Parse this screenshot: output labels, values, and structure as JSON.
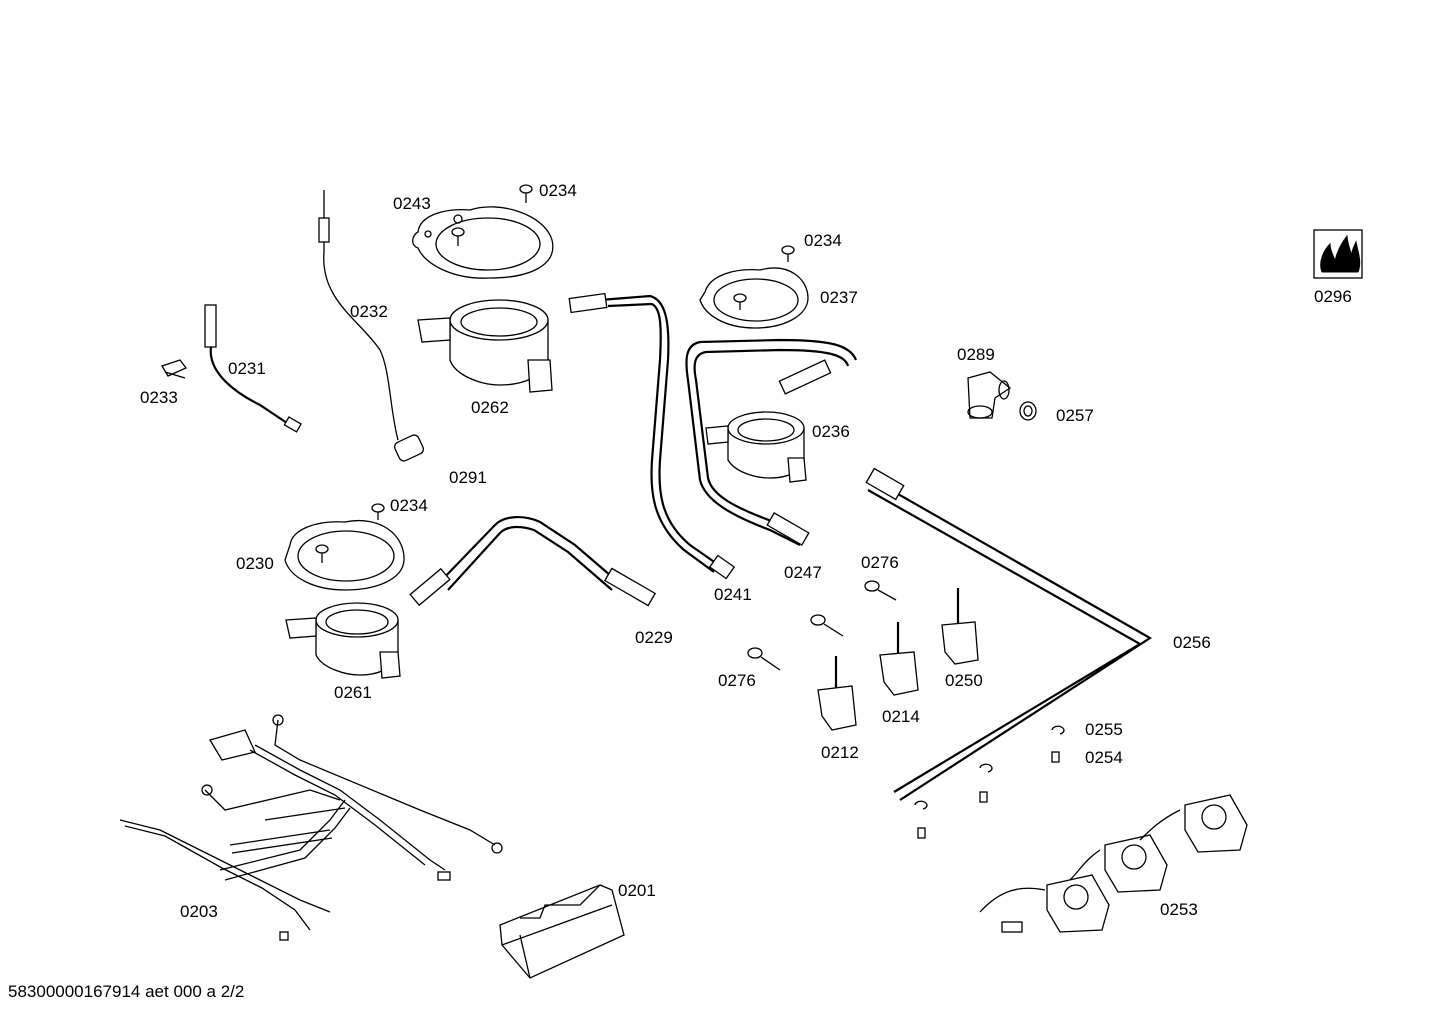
{
  "footer": "58300000167914 aet 000 a 2/2",
  "parts": {
    "p0243": "0243",
    "p0234a": "0234",
    "p0234b": "0234",
    "p0234c": "0234",
    "p0232": "0232",
    "p0231": "0231",
    "p0233": "0233",
    "p0262": "0262",
    "p0291": "0291",
    "p0237": "0237",
    "p0236": "0236",
    "p0289": "0289",
    "p0257": "0257",
    "p0296": "0296",
    "p0230": "0230",
    "p0261": "0261",
    "p0229": "0229",
    "p0241": "0241",
    "p0247": "0247",
    "p0276a": "0276",
    "p0276b": "0276",
    "p0250": "0250",
    "p0214": "0214",
    "p0212": "0212",
    "p0256": "0256",
    "p0255": "0255",
    "p0254": "0254",
    "p0203": "0203",
    "p0201": "0201",
    "p0253": "0253"
  },
  "icons": [
    "flame-logo-icon"
  ]
}
